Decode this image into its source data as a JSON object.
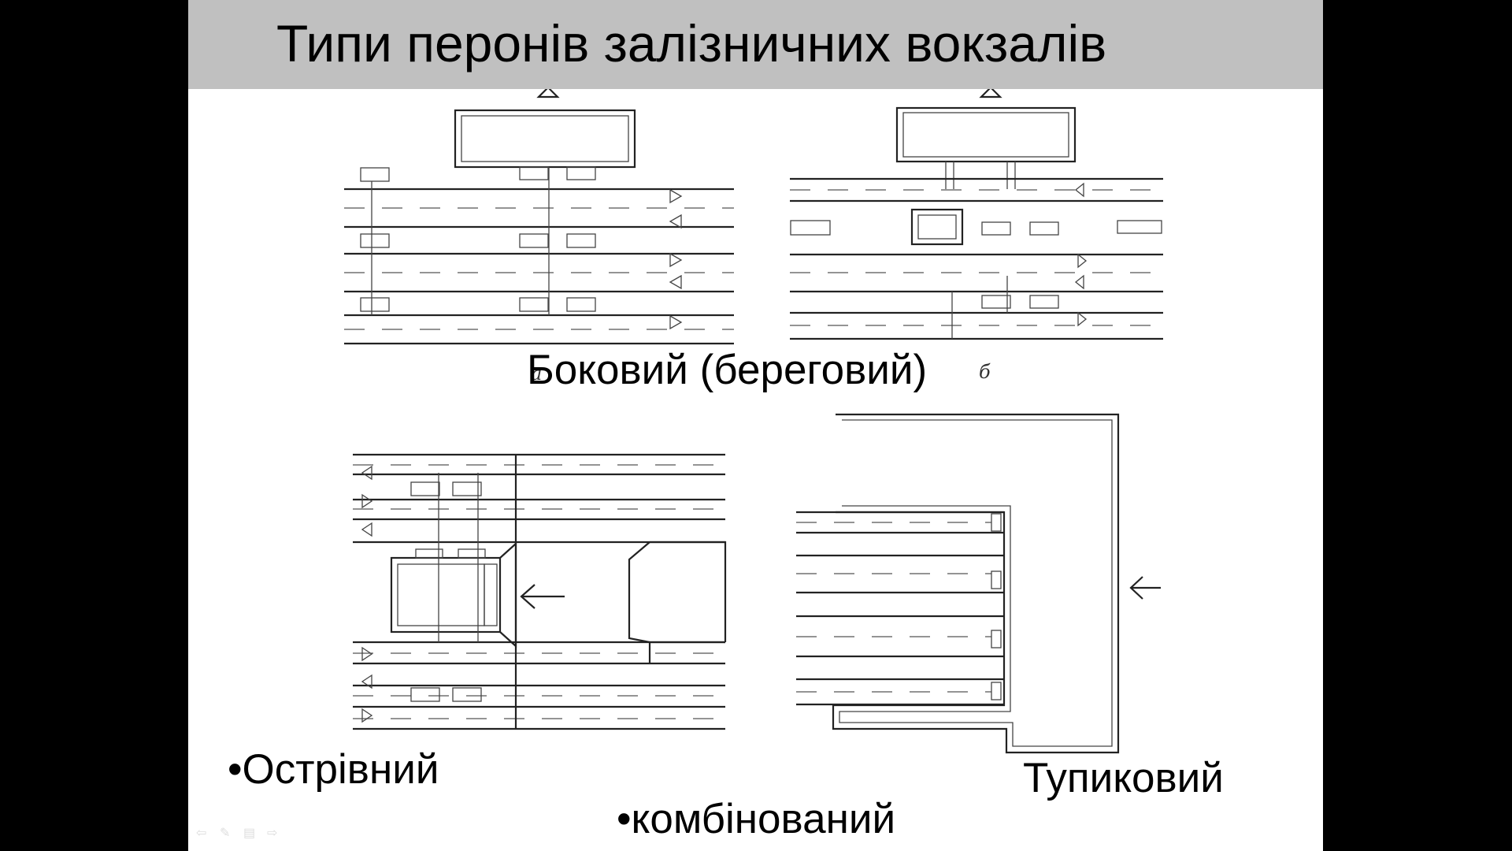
{
  "slide": {
    "title": "Типи перонів залізничних вокзалів",
    "labels": {
      "side": "Боковий (береговий)",
      "island": "•Острівний",
      "combined": "•комбінований",
      "deadend": "Тупиковий"
    },
    "figure_letters": {
      "a": "а",
      "b": "б"
    }
  },
  "nav": {
    "icons": [
      "prev-icon",
      "pen-icon",
      "menu-icon",
      "next-icon"
    ],
    "glyphs": [
      "⇦",
      "✎",
      "▤",
      "⇨"
    ]
  }
}
